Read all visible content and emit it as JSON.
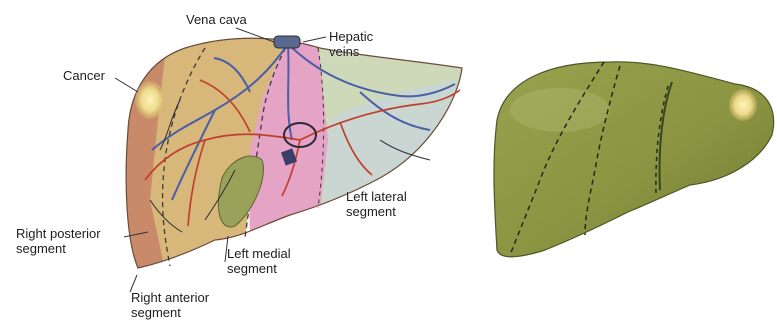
{
  "labels": {
    "vena_cava": "Vena cava",
    "hepatic_veins": "Hepatic\nveins",
    "cancer": "Cancer",
    "left_lateral_segment": "Left lateral\nsegment",
    "right_posterior_segment": "Right posterior\nsegment",
    "left_medial_segment": "Left medial\nsegment",
    "right_anterior_segment": "Right anterior\nsegment"
  },
  "colors": {
    "right_posterior": "#c98a6a",
    "right_anterior": "#d8b77a",
    "left_medial": "#e5a3c6",
    "left_lateral": "#cdd9b8",
    "hepatic_vein": "#4a5fa8",
    "portal_artery": "#c0402e",
    "healthy_liver": "#8a9445",
    "tumor": "#eadc8a"
  }
}
